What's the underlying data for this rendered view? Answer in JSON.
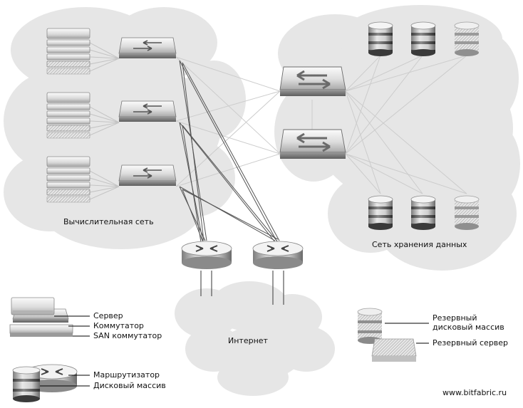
{
  "diagram": {
    "compute_cloud_label": "Вычислительная сеть",
    "storage_cloud_label": "Сеть хранения данных",
    "internet_label": "Интернет",
    "watermark": "www.bitfabric.ru"
  },
  "legend_left": {
    "server": "Сервер",
    "switch": "Коммутатор",
    "san_switch": "SAN коммутатор",
    "router": "Маршрутизатор",
    "disk_array": "Дисковый массив"
  },
  "legend_right": {
    "backup_array_line1": "Резервный",
    "backup_array_line2": "дисковый массив",
    "backup_server": "Резервный сервер"
  },
  "colors": {
    "cloud": "#e6e6e6",
    "device_light": "#f2f2f2",
    "device_dark": "#7a7a7a",
    "link_light": "#c8c8c8",
    "link_dark": "#444444"
  }
}
